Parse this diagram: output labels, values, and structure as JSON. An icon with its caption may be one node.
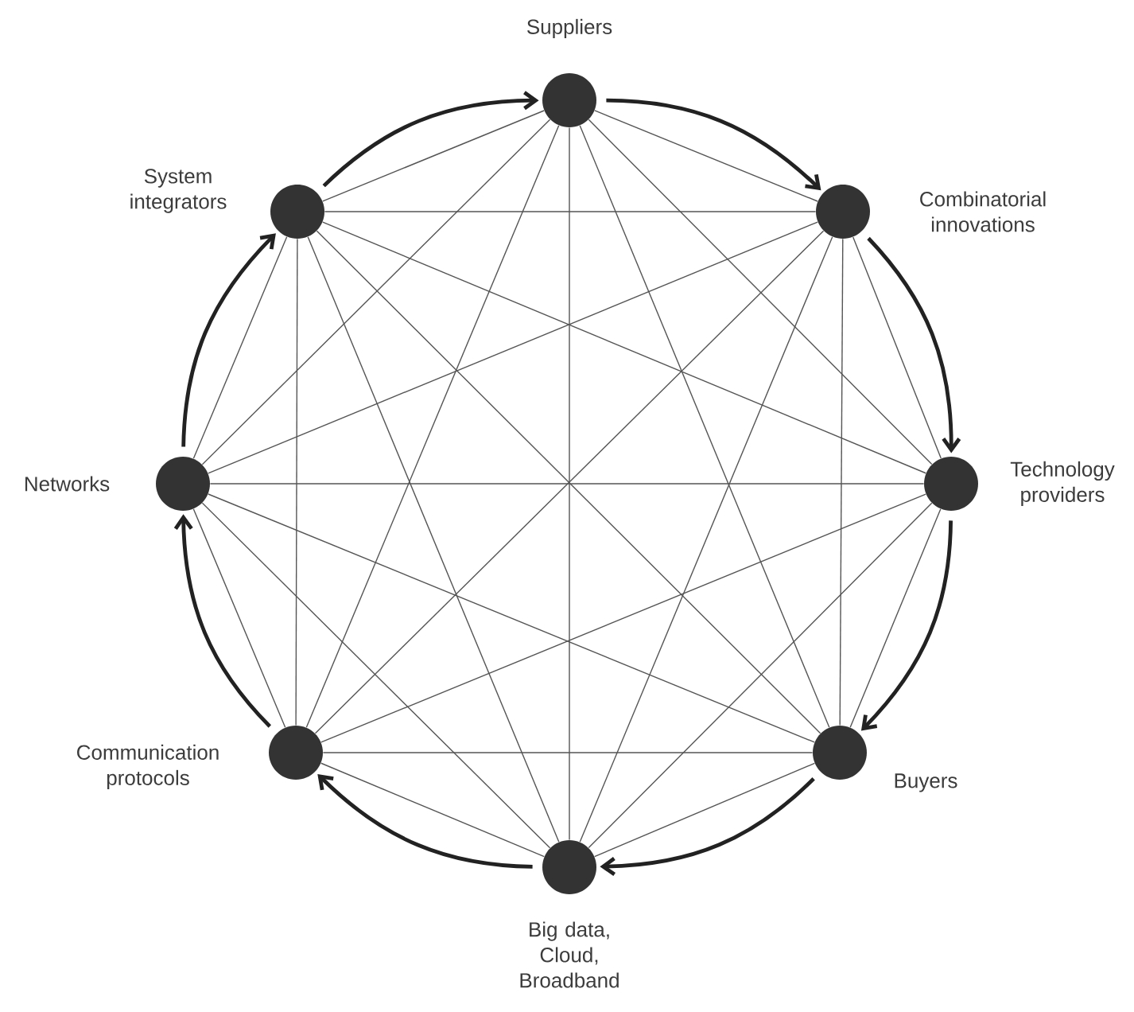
{
  "diagram": {
    "nodes": [
      {
        "text": [
          "Suppliers"
        ]
      },
      {
        "text": [
          "Combinatorial innovations"
        ]
      },
      {
        "text": [
          "Technology providers"
        ]
      },
      {
        "text": [
          "Buyers"
        ]
      },
      {
        "text": [
          "Big data, Cloud, Broadband"
        ]
      },
      {
        "text": [
          "Communication protocols"
        ]
      },
      {
        "text": [
          "Networks"
        ]
      },
      {
        "text": [
          "System integrators"
        ]
      }
    ],
    "edges": [
      {
        "from": 0,
        "to": 1,
        "arrow": "to",
        "style": "thick"
      },
      {
        "from": 1,
        "to": 2,
        "arrow": "to",
        "style": "thick"
      },
      {
        "from": 2,
        "to": 3,
        "arrow": "to",
        "style": "thick"
      },
      {
        "from": 3,
        "to": 4,
        "arrow": "to",
        "style": "thick"
      },
      {
        "from": 4,
        "to": 5,
        "arrow": "to",
        "style": "thick"
      },
      {
        "from": 5,
        "to": 6,
        "arrow": "to",
        "style": "thick"
      },
      {
        "from": 6,
        "to": 7,
        "arrow": "to",
        "style": "thick"
      },
      {
        "from": 7,
        "to": 0,
        "arrow": "to",
        "style": "thick"
      },
      {
        "from": 0,
        "to": 1,
        "arrow": "none"
      },
      {
        "from": 0,
        "to": 2,
        "arrow": "none"
      },
      {
        "from": 0,
        "to": 3,
        "arrow": "none"
      },
      {
        "from": 0,
        "to": 4,
        "arrow": "none"
      },
      {
        "from": 0,
        "to": 5,
        "arrow": "none"
      },
      {
        "from": 0,
        "to": 6,
        "arrow": "none"
      },
      {
        "from": 0,
        "to": 7,
        "arrow": "none"
      },
      {
        "from": 1,
        "to": 2,
        "arrow": "none"
      },
      {
        "from": 1,
        "to": 3,
        "arrow": "none"
      },
      {
        "from": 1,
        "to": 4,
        "arrow": "none"
      },
      {
        "from": 1,
        "to": 5,
        "arrow": "none"
      },
      {
        "from": 1,
        "to": 6,
        "arrow": "none"
      },
      {
        "from": 1,
        "to": 7,
        "arrow": "none"
      },
      {
        "from": 2,
        "to": 3,
        "arrow": "none"
      },
      {
        "from": 2,
        "to": 4,
        "arrow": "none"
      },
      {
        "from": 2,
        "to": 5,
        "arrow": "none"
      },
      {
        "from": 2,
        "to": 6,
        "arrow": "none"
      },
      {
        "from": 2,
        "to": 7,
        "arrow": "none"
      },
      {
        "from": 3,
        "to": 4,
        "arrow": "none"
      },
      {
        "from": 3,
        "to": 5,
        "arrow": "none"
      },
      {
        "from": 3,
        "to": 6,
        "arrow": "none"
      },
      {
        "from": 3,
        "to": 7,
        "arrow": "none"
      },
      {
        "from": 4,
        "to": 5,
        "arrow": "none"
      },
      {
        "from": 4,
        "to": 6,
        "arrow": "none"
      },
      {
        "from": 4,
        "to": 7,
        "arrow": "none"
      },
      {
        "from": 5,
        "to": 6,
        "arrow": "none"
      },
      {
        "from": 5,
        "to": 7,
        "arrow": "none"
      },
      {
        "from": 6,
        "to": 7,
        "arrow": "none"
      }
    ]
  }
}
